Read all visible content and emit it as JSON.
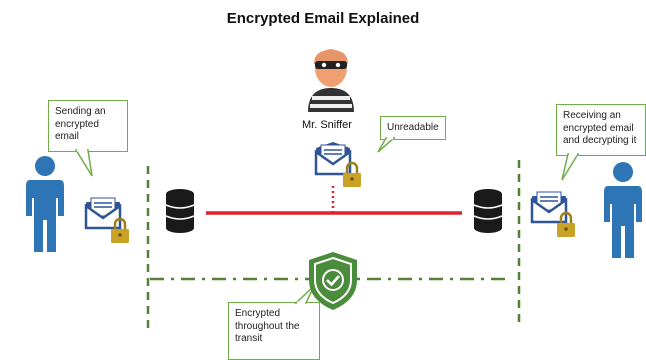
{
  "title": "Encrypted Email Explained",
  "sniffer": {
    "label": "Mr. Sniffer"
  },
  "callouts": {
    "sending": "Sending an encrypted email",
    "unreadable": "Unreadable",
    "receiving": "Receiving an encrypted email and decrypting it",
    "transit": "Encrypted throughout the transit"
  },
  "icons": {
    "sender": "person-icon",
    "receiver": "person-icon",
    "sniffer": "hacker-icon",
    "email": "locked-email-icon",
    "server": "database-icon",
    "shield": "shield-check-icon"
  },
  "colors": {
    "person": "#2e75b6",
    "link": "#e0212e",
    "boundary": "#548235",
    "shield": "#4a8b3c",
    "lock": "#c9a227",
    "callout_border": "#70ad47"
  }
}
